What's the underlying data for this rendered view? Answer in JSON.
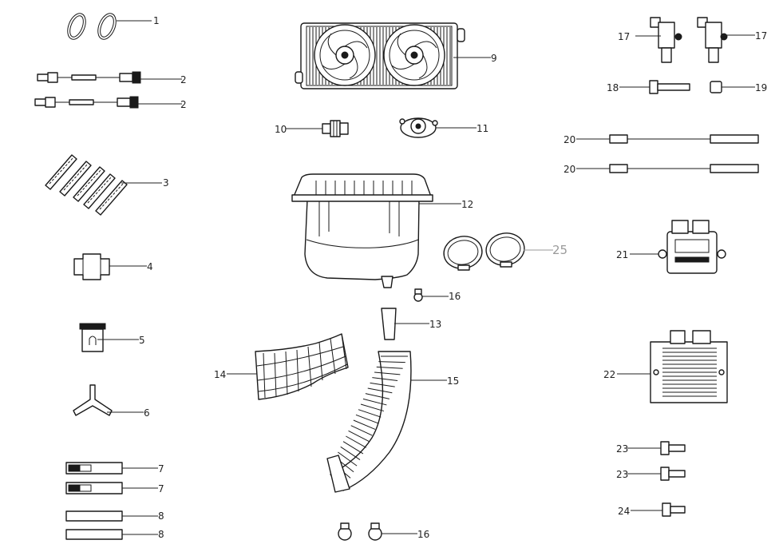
{
  "diagram": {
    "callouts": {
      "c1": "1",
      "c2a": "2",
      "c2b": "2",
      "c3": "3",
      "c4": "4",
      "c5": "5",
      "c6": "6",
      "c7a": "7",
      "c7b": "7",
      "c8a": "8",
      "c8b": "8",
      "c9": "9",
      "c10": "10",
      "c11": "11",
      "c12": "12",
      "c13": "13",
      "c14": "14",
      "c15": "15",
      "c16a": "16",
      "c16b": "16",
      "c17a": "17",
      "c17b": "17",
      "c18": "18",
      "c19": "19",
      "c20a": "20",
      "c20b": "20",
      "c21": "21",
      "c22": "22",
      "c23a": "23",
      "c23b": "23",
      "c24": "24",
      "c25": "25"
    },
    "colors": {
      "line": "#1a1a1a",
      "callout_25": "#9a9a9a"
    }
  }
}
